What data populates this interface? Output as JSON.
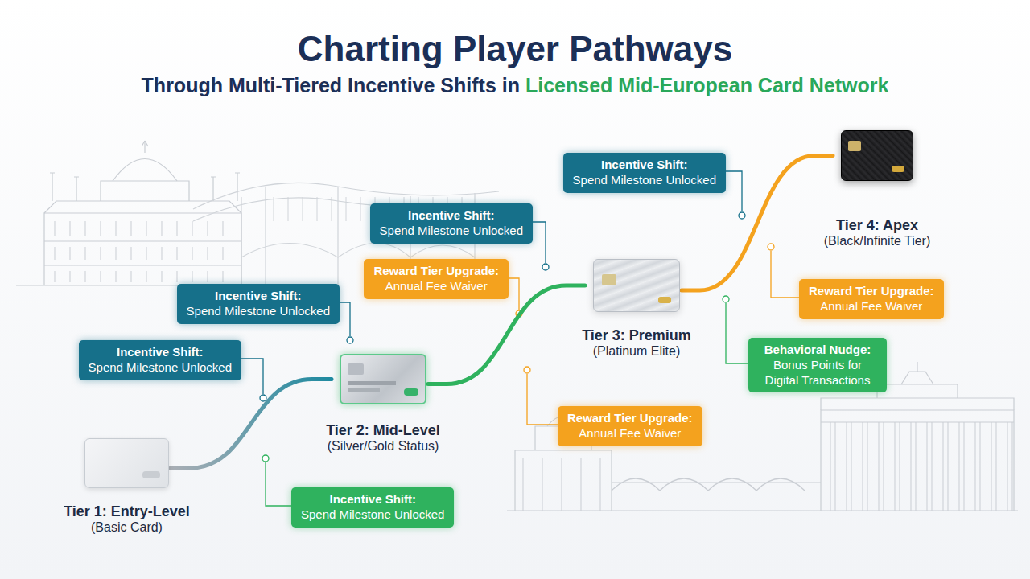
{
  "diagram": {
    "title": "Charting Player Pathways",
    "nodes": [
      {
        "text": [
          "Tier 1: Entry-Level",
          "(Basic Card)"
        ]
      },
      {
        "text": [
          "Tier 2: Mid-Level",
          "(Silver/Gold Status)"
        ]
      },
      {
        "text": [
          "Tier 3: Premium",
          "(Platinum Elite)"
        ]
      },
      {
        "text": [
          "Tier 4: Apex",
          "(Black/Infinite Tier)"
        ]
      },
      {
        "text": [
          "Incentive Shift:",
          "Spend Milestone Unlocked"
        ]
      },
      {
        "text": [
          "Incentive Shift:",
          "Spend Milestone Unlocked"
        ]
      },
      {
        "text": [
          "Reward Tier Upgrade:",
          "Annual Fee Waiver"
        ]
      },
      {
        "text": [
          "Incentive Shift:",
          "Spend Milestone Unlocked"
        ]
      },
      {
        "text": [
          "Incentive Shift:",
          "Spend Milestone Unlocked"
        ]
      },
      {
        "text": [
          "Incentive Shift:",
          "Spend Milestone Unlocked"
        ]
      },
      {
        "text": [
          "Reward Tier Upgrade:",
          "Annual Fee Waiver"
        ]
      },
      {
        "text": [
          "Reward Tier Upgrade:",
          "Annual Fee Waiver"
        ]
      },
      {
        "text": [
          "Behavioral Nudge:",
          "Bonus Points for Digital Transactions"
        ]
      }
    ],
    "edges": [
      {
        "from": 0,
        "to": 1,
        "arrow": "none"
      },
      {
        "from": 1,
        "to": 2,
        "arrow": "none"
      },
      {
        "from": 2,
        "to": 3,
        "arrow": "none"
      }
    ],
    "labels": [
      "Through Multi-Tiered Incentive Shifts in",
      "Licensed Mid-European Card Network"
    ]
  }
}
